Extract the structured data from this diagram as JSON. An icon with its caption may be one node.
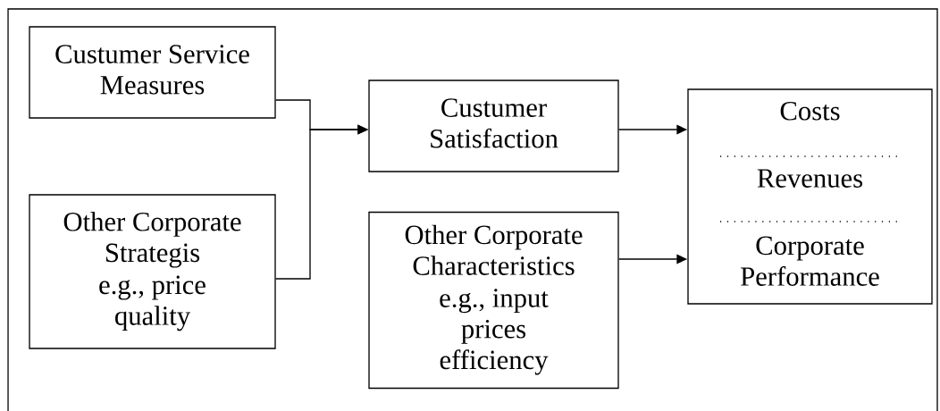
{
  "diagram": {
    "nodes": [
      {
        "text": [
          "Custumer Service Measures"
        ]
      },
      {
        "text": [
          "Other Corporate Strategis",
          "e.g., price quality"
        ]
      },
      {
        "text": [
          "Custumer Satisfaction"
        ]
      },
      {
        "text": [
          "Other Corporate Characteristics",
          "e.g., input prices efficiency"
        ]
      },
      {
        "text": [
          "Costs",
          "Revenues",
          "Corporate Performance"
        ]
      }
    ],
    "edges": [
      {
        "from": 0,
        "to": 2,
        "arrow": "to"
      },
      {
        "from": 1,
        "to": 2,
        "arrow": "to"
      },
      {
        "from": 2,
        "to": 4,
        "arrow": "to"
      },
      {
        "from": 3,
        "to": 4,
        "arrow": "to"
      }
    ]
  }
}
